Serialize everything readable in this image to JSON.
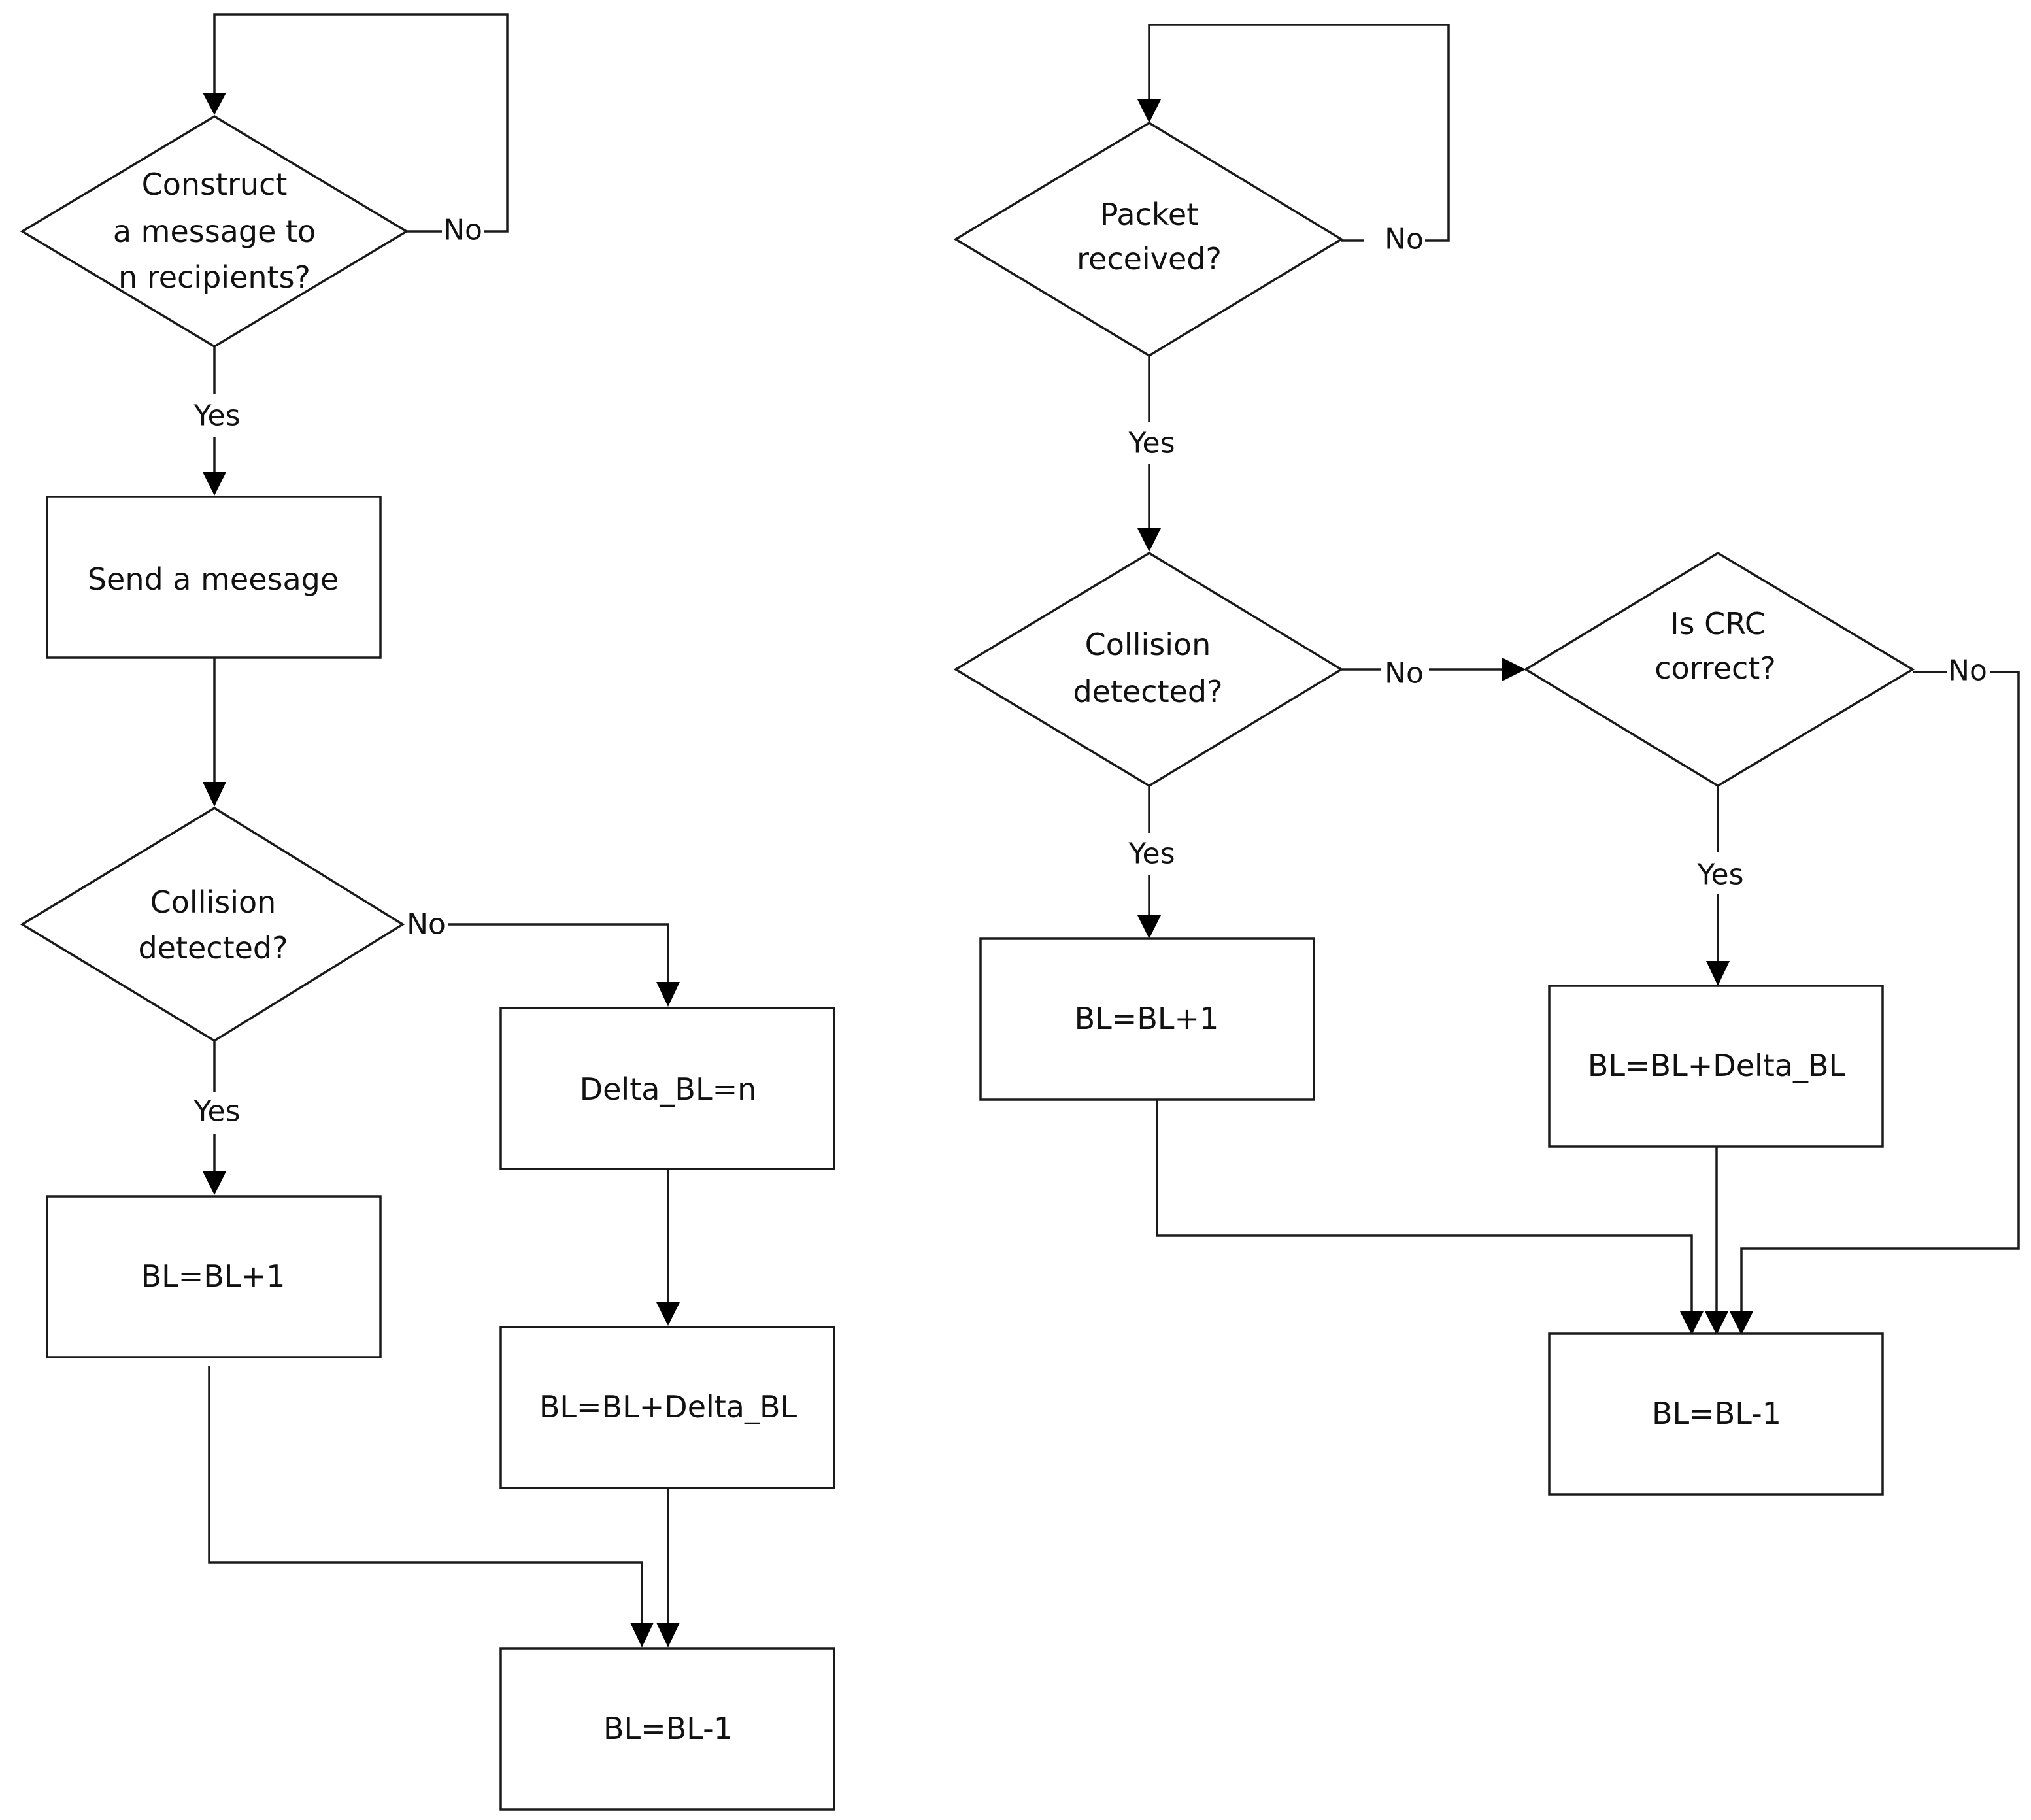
{
  "sender": {
    "construct_decision": [
      "Construct",
      "a message to",
      "n recipients?"
    ],
    "construct_no": "No",
    "construct_yes": "Yes",
    "send_message": "Send a meesage",
    "collision_decision": [
      "Collision",
      "detected?"
    ],
    "collision_no": "No",
    "collision_yes": "Yes",
    "delta_bl": "Delta_BL=n",
    "bl_increment": "BL=BL+1",
    "bl_add_delta": "BL=BL+Delta_BL",
    "bl_decrement": "BL=BL-1"
  },
  "receiver": {
    "packet_decision": [
      "Packet",
      "received?"
    ],
    "packet_no": "No",
    "packet_yes": "Yes",
    "collision_decision": [
      "Collision",
      "detected?"
    ],
    "collision_no": "No",
    "collision_yes": "Yes",
    "crc_decision": [
      "Is CRC",
      "correct?"
    ],
    "crc_no": "No",
    "crc_yes": "Yes",
    "bl_increment": "BL=BL+1",
    "bl_add_delta": "BL=BL+Delta_BL",
    "bl_decrement": "BL=BL-1"
  }
}
